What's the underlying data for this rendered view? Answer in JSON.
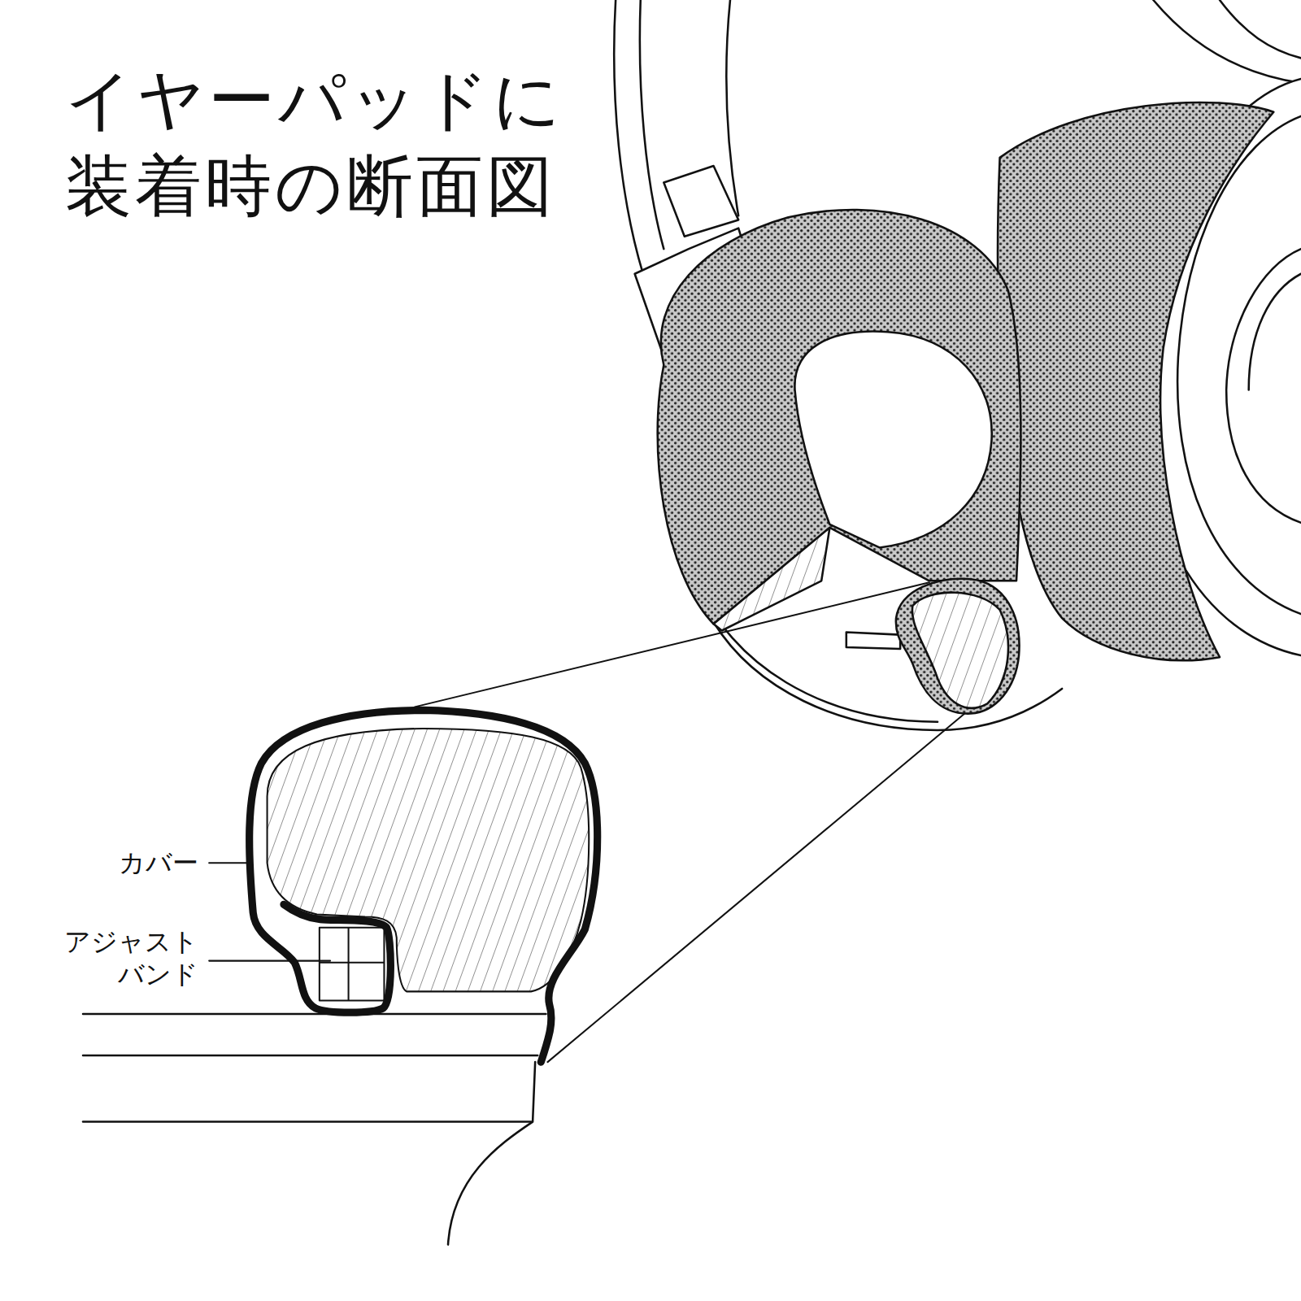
{
  "diagram": {
    "title": "イヤーパッドに 装着時の断面図",
    "labels": [
      "カバー",
      "アジャスト バンド"
    ]
  }
}
